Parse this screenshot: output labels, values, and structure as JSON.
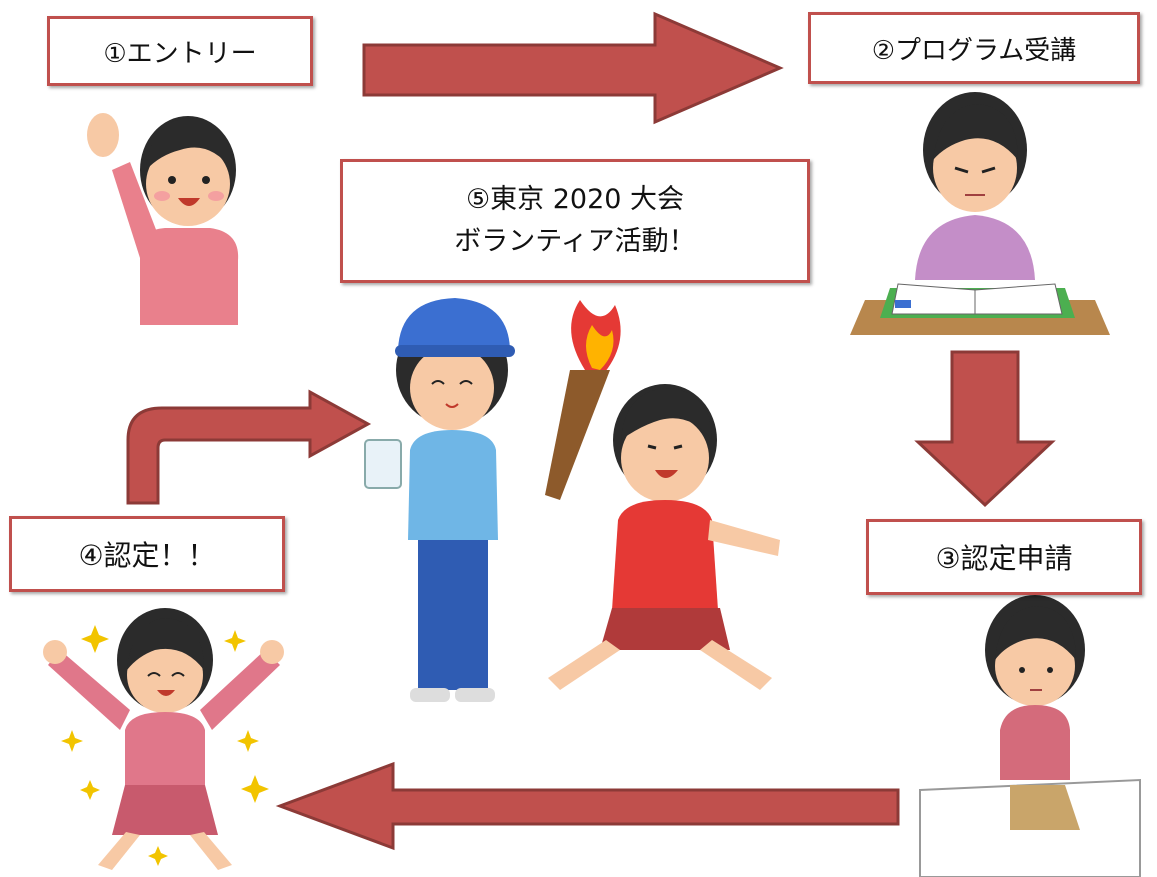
{
  "steps": {
    "entry": "①エントリー",
    "program": "②プログラム受講",
    "apply": "③認定申請",
    "certified": "④認定！！",
    "volunteer_line1": "⑤東京 2020 大会",
    "volunteer_line2": "ボランティア活動！"
  },
  "colors": {
    "arrow_fill": "#c0504d",
    "arrow_stroke": "#8c3a37",
    "box_border": "#c0504d"
  },
  "illustrations": [
    "woman-raising-hand",
    "woman-studying-at-desk",
    "woman-submitting-document",
    "woman-jumping-with-sparkles",
    "volunteer-holding-cup",
    "torch-runner"
  ]
}
